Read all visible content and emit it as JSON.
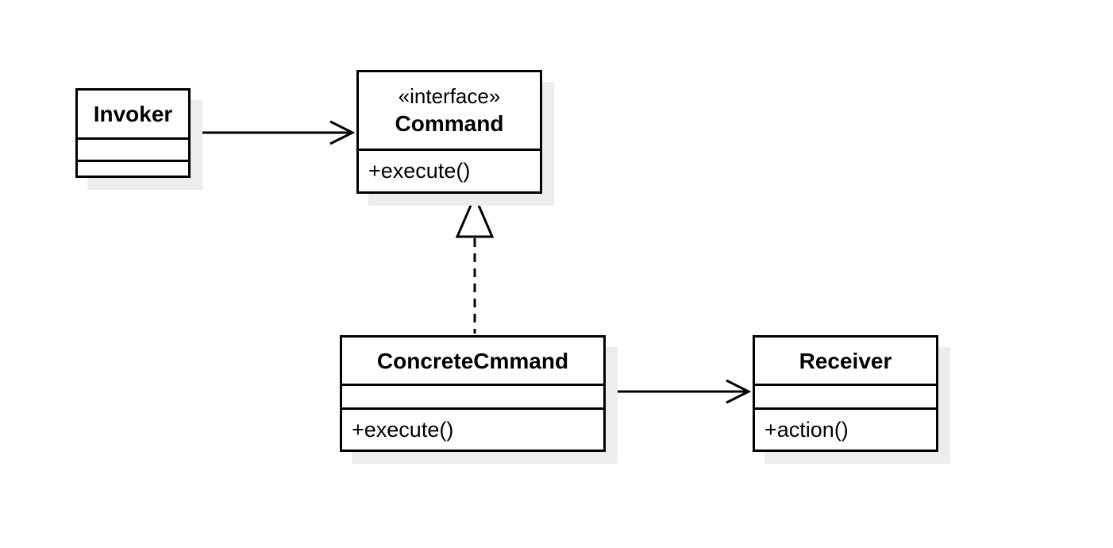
{
  "diagram": {
    "kind": "uml-class-diagram",
    "pattern": "Command",
    "background_color": "#ffffff",
    "line_color": "#000000",
    "shadow_color": "#ededed",
    "nodes": {
      "invoker": {
        "name": "Invoker",
        "attributes": [],
        "methods": []
      },
      "command": {
        "stereotype": "«interface»",
        "name": "Command",
        "methods_label": "+execute()"
      },
      "concrete": {
        "name": "ConcreteCmmand",
        "attributes": [],
        "methods_label": "+execute()"
      },
      "receiver": {
        "name": "Receiver",
        "attributes": [],
        "methods_label": "+action()"
      }
    },
    "edges": [
      {
        "from": "Invoker",
        "to": "Command",
        "type": "association",
        "arrowhead": "open"
      },
      {
        "from": "ConcreteCmmand",
        "to": "Command",
        "type": "realization",
        "line": "dashed",
        "arrowhead": "hollow-triangle"
      },
      {
        "from": "ConcreteCmmand",
        "to": "Receiver",
        "type": "association",
        "arrowhead": "open"
      }
    ]
  }
}
